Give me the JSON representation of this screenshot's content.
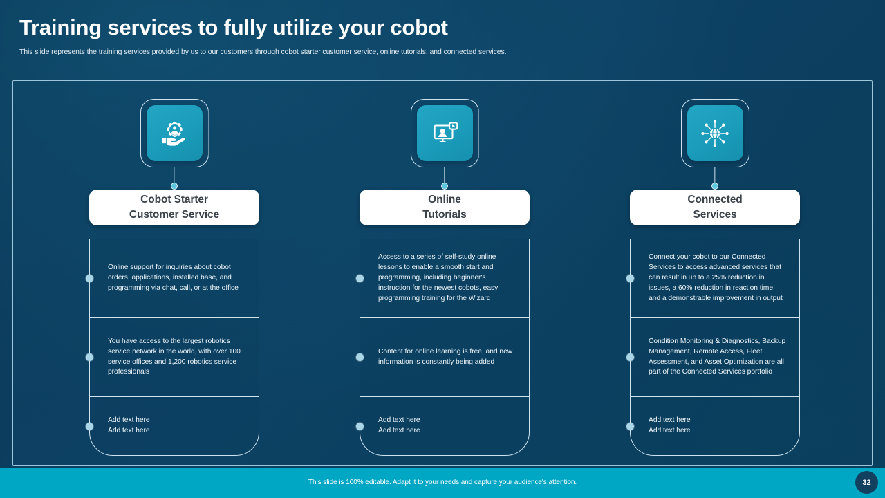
{
  "header": {
    "title": "Training services to fully utilize your cobot",
    "subtitle": "This slide represents the training services provided by us to  our customers through cobot starter customer service, online tutorials, and connected services."
  },
  "columns": [
    {
      "icon": "hand-holding-gear-user-icon",
      "title_line1": "Cobot Starter",
      "title_line2": "Customer Service",
      "rows": [
        "Online support for inquiries about cobot orders, applications, installed base, and programming via chat, call, or at the office",
        "You have access to the largest robotics service network in the world, with over 100 service offices and 1,200 robotics service professionals",
        "Add text here\nAdd text here"
      ]
    },
    {
      "icon": "monitor-user-play-icon",
      "title_line1": "Online",
      "title_line2": "Tutorials",
      "rows": [
        "Access to a series of self-study online lessons to enable a smooth start and programming, including beginner's instruction for the newest cobots, easy programming training for the Wizard",
        "Content for online learning is free, and new information is constantly being added",
        "Add text here\nAdd text here"
      ]
    },
    {
      "icon": "globe-network-hub-icon",
      "title_line1": "Connected",
      "title_line2": "Services",
      "rows": [
        "Connect your cobot to our Connected Services to access advanced services that can result in up to a 25% reduction in issues, a 60% reduction in reaction time, and a demonstrable improvement in output",
        "Condition Monitoring & Diagnostics, Backup Management, Remote Access, Fleet Assessment, and Asset Optimization are all part of the Connected Services portfolio",
        "Add text here\nAdd text here"
      ]
    }
  ],
  "footer": {
    "note": "This slide is 100% editable.  Adapt it to your needs and capture your audience's attention.",
    "page_number": "32"
  },
  "colors": {
    "background_dark": "#0d4164",
    "accent_teal": "#1a9cba",
    "footer_bar": "#00a7c4",
    "card_white": "#ffffff",
    "outline": "#cfe3ee"
  }
}
